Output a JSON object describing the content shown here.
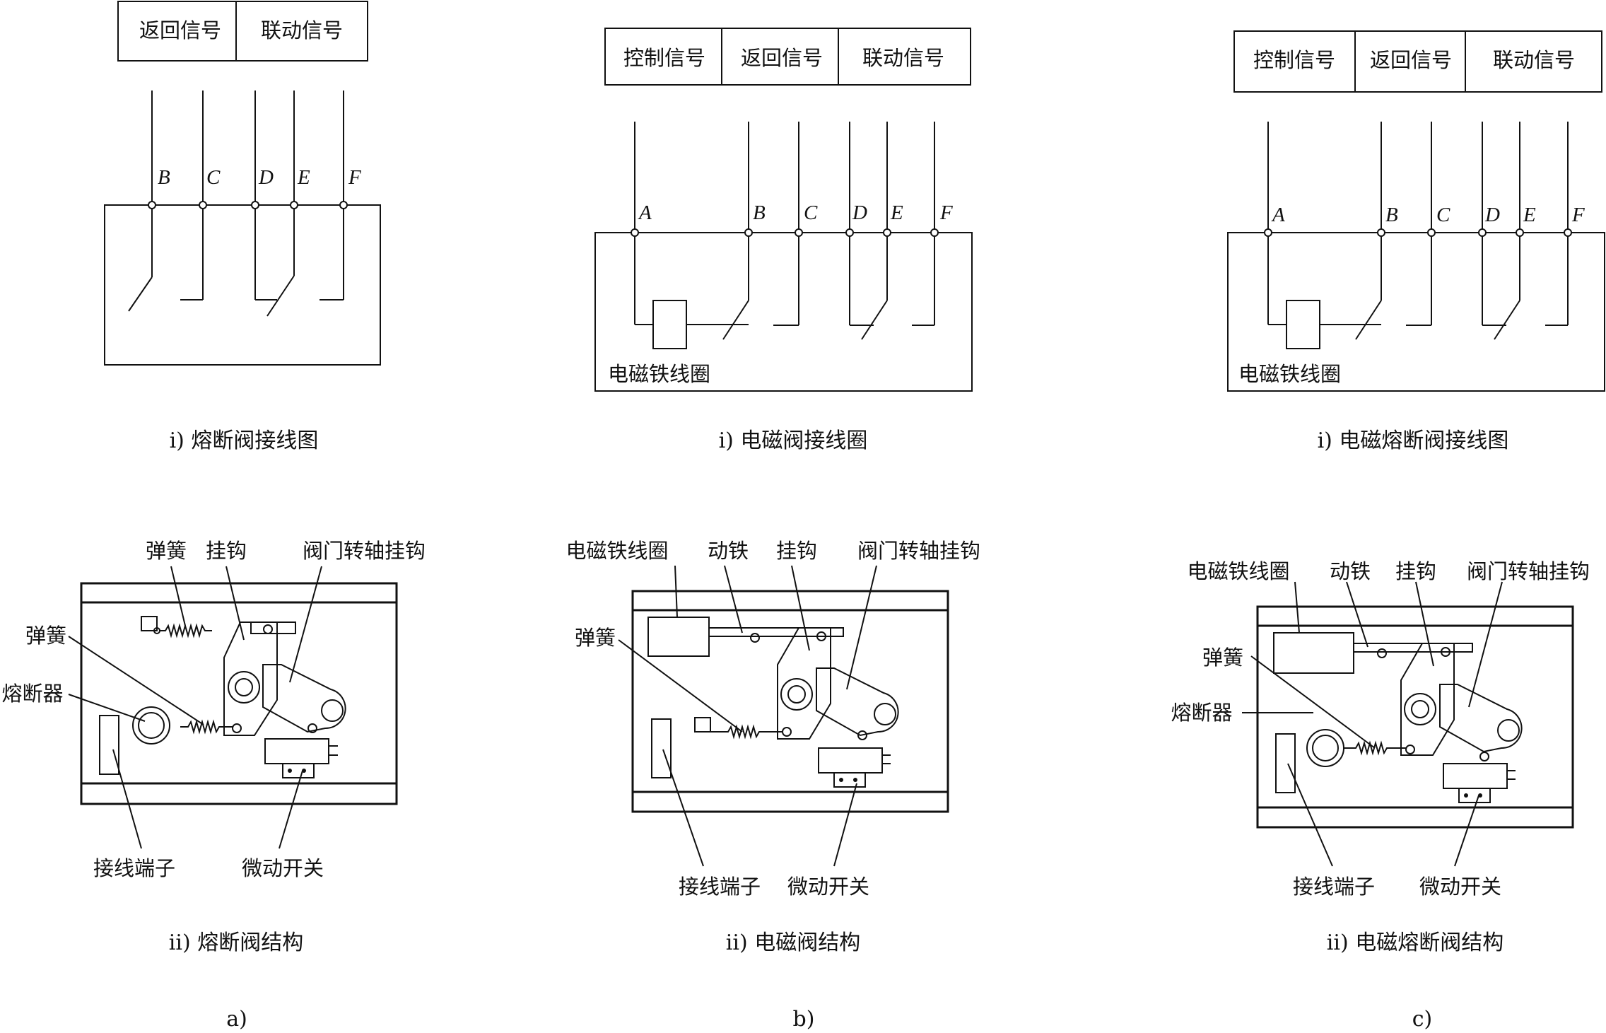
{
  "panels": [
    {
      "id": "a",
      "signals": [
        "返回信号",
        "联动信号"
      ],
      "pins": [
        "B",
        "C",
        "D",
        "E",
        "F"
      ],
      "wiring_caption": "i) 熔断阀接线图",
      "structure_caption": "ii) 熔断阀结构",
      "labels": {
        "spring_top": "弹簧",
        "hook": "挂钩",
        "valve_hook": "阀门转轴挂钩",
        "spring_side": "弹簧",
        "fuse": "熔断器",
        "terminal": "接线端子",
        "microswitch": "微动开关"
      },
      "sub": "a)"
    },
    {
      "id": "b",
      "signals": [
        "控制信号",
        "返回信号",
        "联动信号"
      ],
      "pins": [
        "A",
        "B",
        "C",
        "D",
        "E",
        "F"
      ],
      "coil_label": "电磁铁线圈",
      "wiring_caption": "i) 电磁阀接线圈",
      "structure_caption": "ii) 电磁阀结构",
      "labels": {
        "coil": "电磁铁线圈",
        "armature": "动铁",
        "hook": "挂钩",
        "valve_hook": "阀门转轴挂钩",
        "spring": "弹簧",
        "terminal": "接线端子",
        "microswitch": "微动开关"
      },
      "sub": "b)"
    },
    {
      "id": "c",
      "signals": [
        "控制信号",
        "返回信号",
        "联动信号"
      ],
      "pins": [
        "A",
        "B",
        "C",
        "D",
        "E",
        "F"
      ],
      "coil_label": "电磁铁线圈",
      "wiring_caption": "i) 电磁熔断阀接线图",
      "structure_caption": "ii) 电磁熔断阀结构",
      "labels": {
        "coil": "电磁铁线圈",
        "armature": "动铁",
        "hook": "挂钩",
        "valve_hook": "阀门转轴挂钩",
        "spring": "弹簧",
        "fuse": "熔断器",
        "terminal": "接线端子",
        "microswitch": "微动开关"
      },
      "sub": "c)"
    }
  ]
}
